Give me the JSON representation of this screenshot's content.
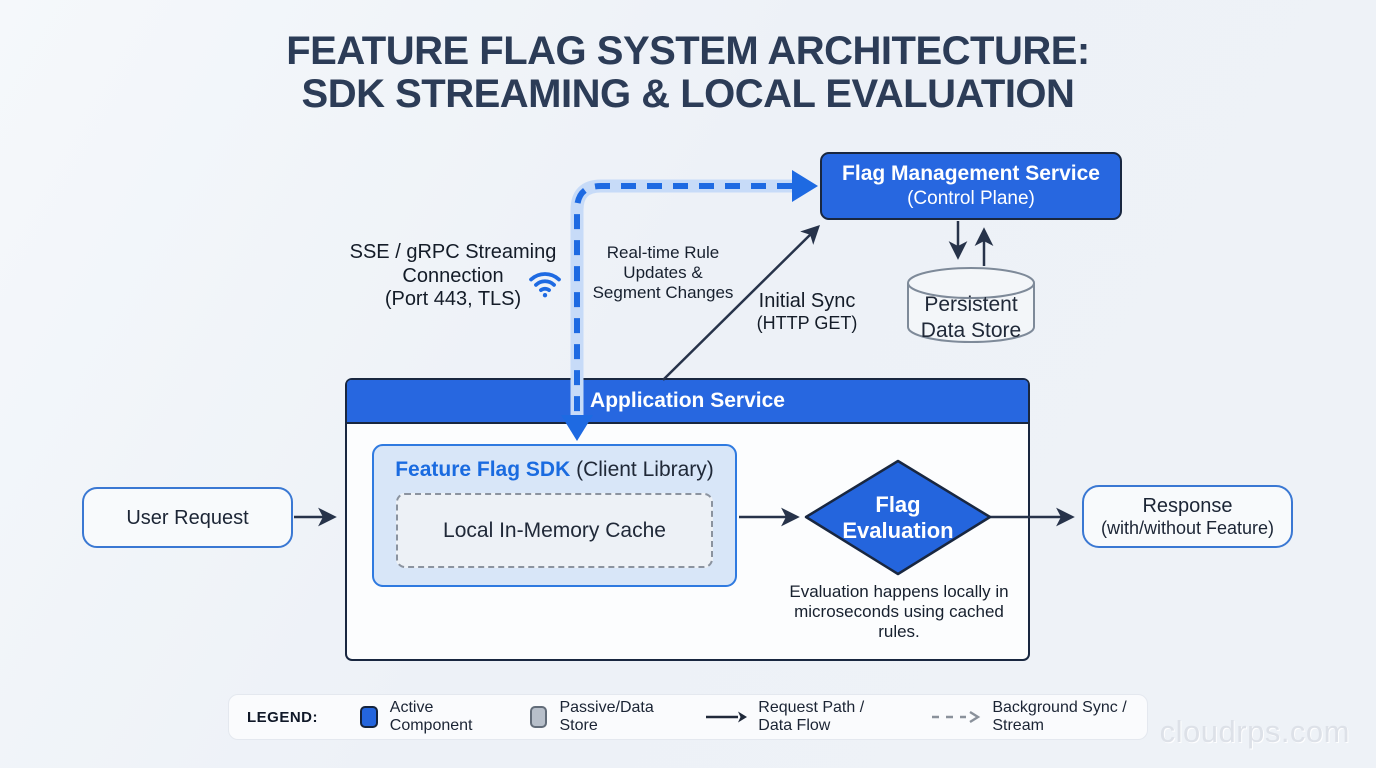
{
  "title": {
    "line1": "FEATURE FLAG SYSTEM ARCHITECTURE:",
    "line2": "SDK STREAMING & LOCAL EVALUATION"
  },
  "colors": {
    "accent_blue": "#2767e0",
    "dark_navy": "#192740",
    "sdk_fill": "#d8e6f8",
    "store_fill": "#f3f6f9",
    "background": "#eef2f7"
  },
  "nodes": {
    "flag_management": {
      "title": "Flag Management Service",
      "subtitle": "(Control Plane)"
    },
    "data_store": {
      "line1": "Persistent",
      "line2": "Data Store"
    },
    "app_service": {
      "header": "Application Service"
    },
    "sdk": {
      "title_strong": "Feature Flag SDK",
      "title_rest": " (Client Library)"
    },
    "cache": {
      "label": "Local In-Memory Cache"
    },
    "evaluation": {
      "line1": "Flag",
      "line2": "Evaluation",
      "note": "Evaluation happens locally in microseconds using cached rules."
    },
    "user_request": {
      "label": "User Request"
    },
    "response": {
      "line1": "Response",
      "line2": "(with/without Feature)"
    }
  },
  "edges": {
    "streaming": {
      "line1": "SSE / gRPC Streaming",
      "line2": "Connection",
      "line3": "(Port 443, TLS)",
      "icon": "wifi-icon"
    },
    "realtime": {
      "line1": "Real-time Rule",
      "line2": "Updates &",
      "line3": "Segment Changes"
    },
    "initial_sync": {
      "line1": "Initial Sync",
      "line2": "(HTTP GET)"
    }
  },
  "legend": {
    "title": "LEGEND:",
    "items": [
      {
        "swatch": "blue-square",
        "label": "Active Component"
      },
      {
        "swatch": "gray-square",
        "label": "Passive/Data Store"
      },
      {
        "swatch": "solid-arrow",
        "label": "Request Path / Data Flow"
      },
      {
        "swatch": "dashed-arrow",
        "label": "Background Sync / Stream"
      }
    ]
  },
  "watermark": "cloudrps.com"
}
